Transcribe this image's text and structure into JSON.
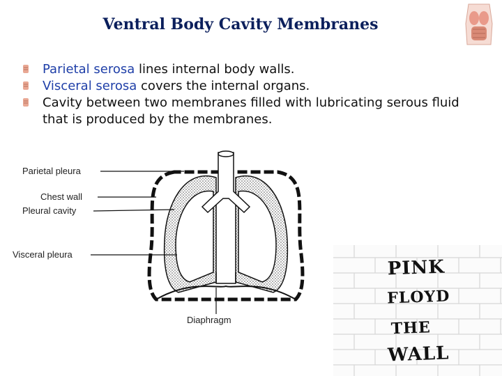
{
  "title": "Ventral Body Cavity Membranes",
  "bullets": [
    {
      "highlight": "Parietal serosa",
      "text": " lines internal body walls."
    },
    {
      "highlight": "Visceral serosa",
      "text": " covers the internal organs."
    },
    {
      "highlight": "",
      "text": "Cavity between two membranes filled with lubricating serous fluid that is produced by the membranes."
    }
  ],
  "diagram": {
    "labels": {
      "parietal_pleura": "Parietal pleura",
      "chest_wall": "Chest wall",
      "pleural_cavity": "Pleural cavity",
      "visceral_pleura": "Visceral pleura",
      "diaphragm": "Diaphragm"
    }
  },
  "album": {
    "line1": "PINK",
    "line2": "FLOYD",
    "line3": "THE",
    "line4": "WALL"
  },
  "colors": {
    "title": "#0b1f5c",
    "highlight": "#1f3fa8"
  },
  "icons": {
    "bullet": "organ-bullet-icon",
    "corner": "torso-anatomy-icon"
  }
}
